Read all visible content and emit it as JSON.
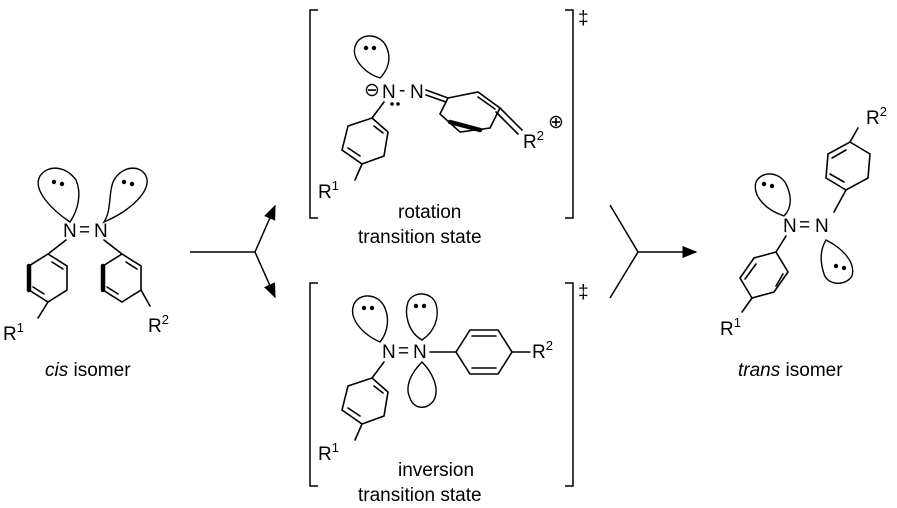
{
  "labels": {
    "cis_prefix": "cis",
    "cis_suffix": " isomer",
    "trans_prefix": "trans",
    "trans_suffix": " isomer",
    "rotation_line1": "rotation",
    "rotation_line2": "transition state",
    "inversion_line1": "inversion",
    "inversion_line2": "transition state"
  },
  "atoms": {
    "nitrogen": "N",
    "azo_bond": "=",
    "rotation_n_single": "-",
    "r": "R",
    "r1_sup": "1",
    "r2_sup": "2",
    "double_dagger": "‡",
    "minus": "⊖",
    "plus": "⊕"
  }
}
